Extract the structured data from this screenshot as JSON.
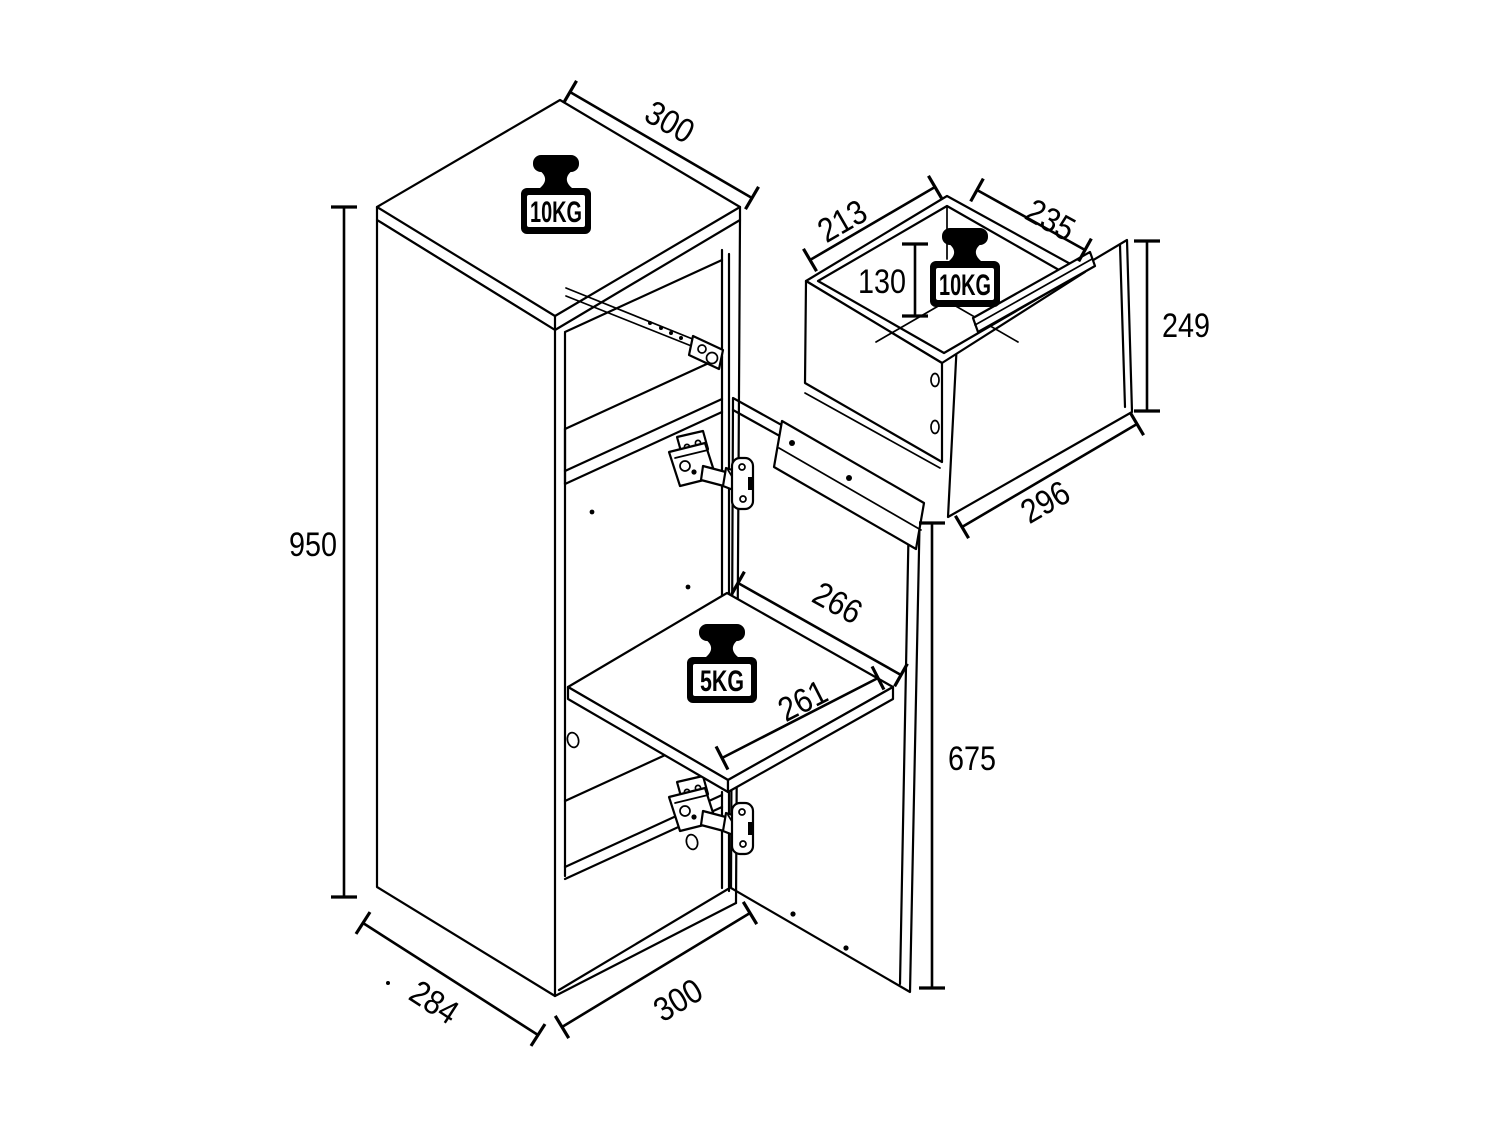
{
  "drawing": {
    "background_color": "#ffffff",
    "line_color": "#000000",
    "cabinet": {
      "weight_top_label": "10KG",
      "weight_shelf_label": "5KG",
      "dim_top_width": "300",
      "dim_height": "950",
      "dim_depth": "284",
      "dim_bottom_width": "300",
      "dim_door_height": "675",
      "dim_shelf_depth": "266",
      "dim_shelf_width": "261"
    },
    "drawer": {
      "weight_label": "10KG",
      "dim_top_depth": "213",
      "dim_top_width": "235",
      "dim_inner_height": "130",
      "dim_front_height": "249",
      "dim_front_width": "296"
    }
  }
}
